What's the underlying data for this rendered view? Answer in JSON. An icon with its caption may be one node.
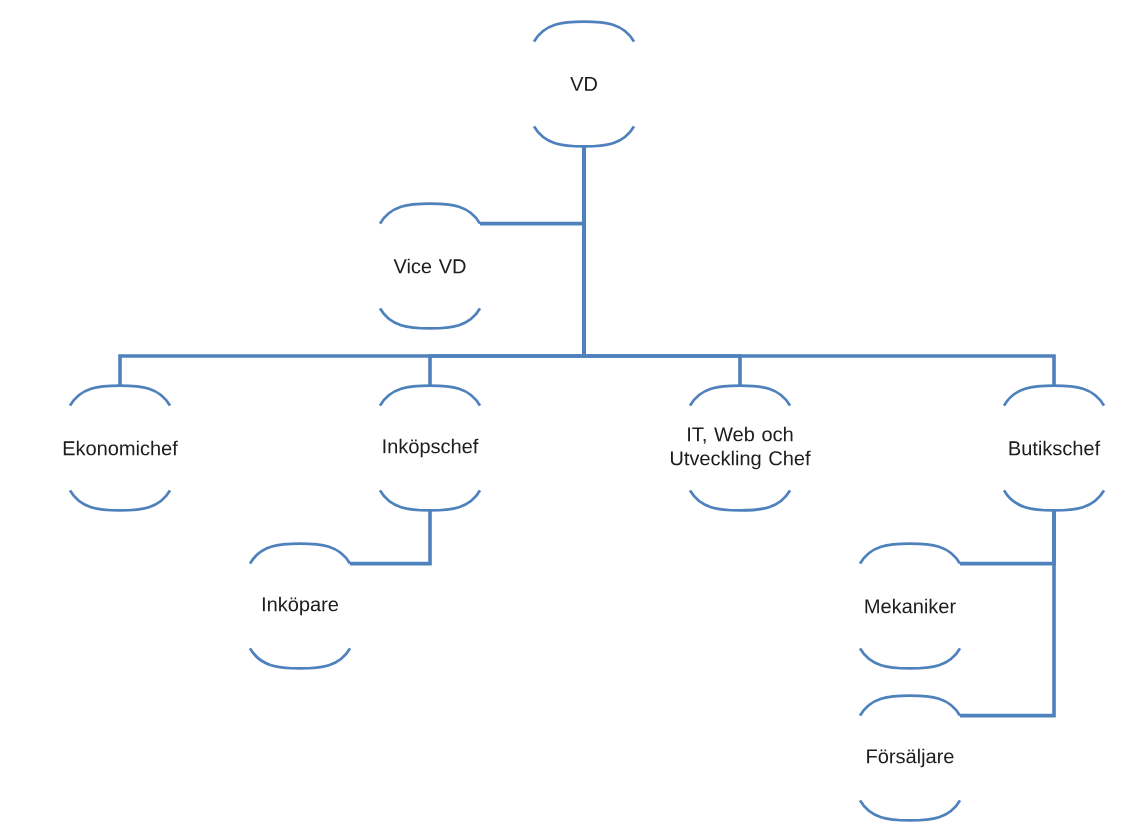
{
  "diagram": {
    "nodes": [
      {
        "text": [
          "VD"
        ]
      },
      {
        "text": [
          "Vice VD"
        ]
      },
      {
        "text": [
          "Ekonomichef"
        ]
      },
      {
        "text": [
          "Inköpschef"
        ]
      },
      {
        "text": [
          "IT, Web och Utveckling Chef"
        ]
      },
      {
        "text": [
          "Butikschef"
        ]
      },
      {
        "text": [
          "Inköpare"
        ]
      },
      {
        "text": [
          "Mekaniker"
        ]
      },
      {
        "text": [
          "Försäljare"
        ]
      }
    ],
    "edges": [
      {
        "from": 0,
        "to": 1,
        "arrow": "none"
      },
      {
        "from": 0,
        "to": 2,
        "arrow": "none"
      },
      {
        "from": 0,
        "to": 3,
        "arrow": "none"
      },
      {
        "from": 0,
        "to": 4,
        "arrow": "none"
      },
      {
        "from": 0,
        "to": 5,
        "arrow": "none"
      },
      {
        "from": 3,
        "to": 6,
        "arrow": "none"
      },
      {
        "from": 5,
        "to": 7,
        "arrow": "none"
      },
      {
        "from": 5,
        "to": 8,
        "arrow": "none"
      }
    ]
  }
}
